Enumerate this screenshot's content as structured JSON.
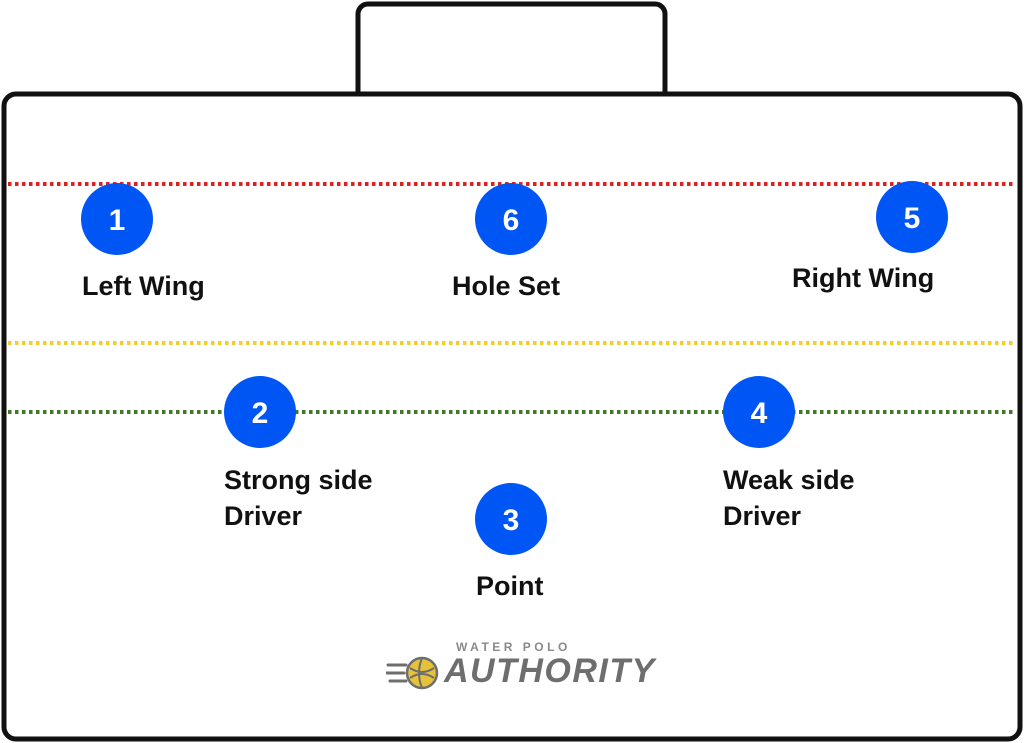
{
  "colors": {
    "circle": "#0056f5",
    "outline": "#111111",
    "line_two_meter": "#e02020",
    "line_five_meter": "#f5cd2a",
    "line_six_meter": "#3f7a25",
    "text": "#111111",
    "logo": "#6e6e6e",
    "ball": "#e6c23a"
  },
  "positions": [
    {
      "number": "1",
      "label": "Left Wing"
    },
    {
      "number": "2",
      "label": "Strong side\nDriver"
    },
    {
      "number": "3",
      "label": "Point"
    },
    {
      "number": "4",
      "label": "Weak side\nDriver"
    },
    {
      "number": "5",
      "label": "Right Wing"
    },
    {
      "number": "6",
      "label": "Hole Set"
    }
  ],
  "logo": {
    "top_text": "WATER POLO",
    "main_text": "AUTHORITY",
    "icon": "water-polo-ball-icon"
  }
}
